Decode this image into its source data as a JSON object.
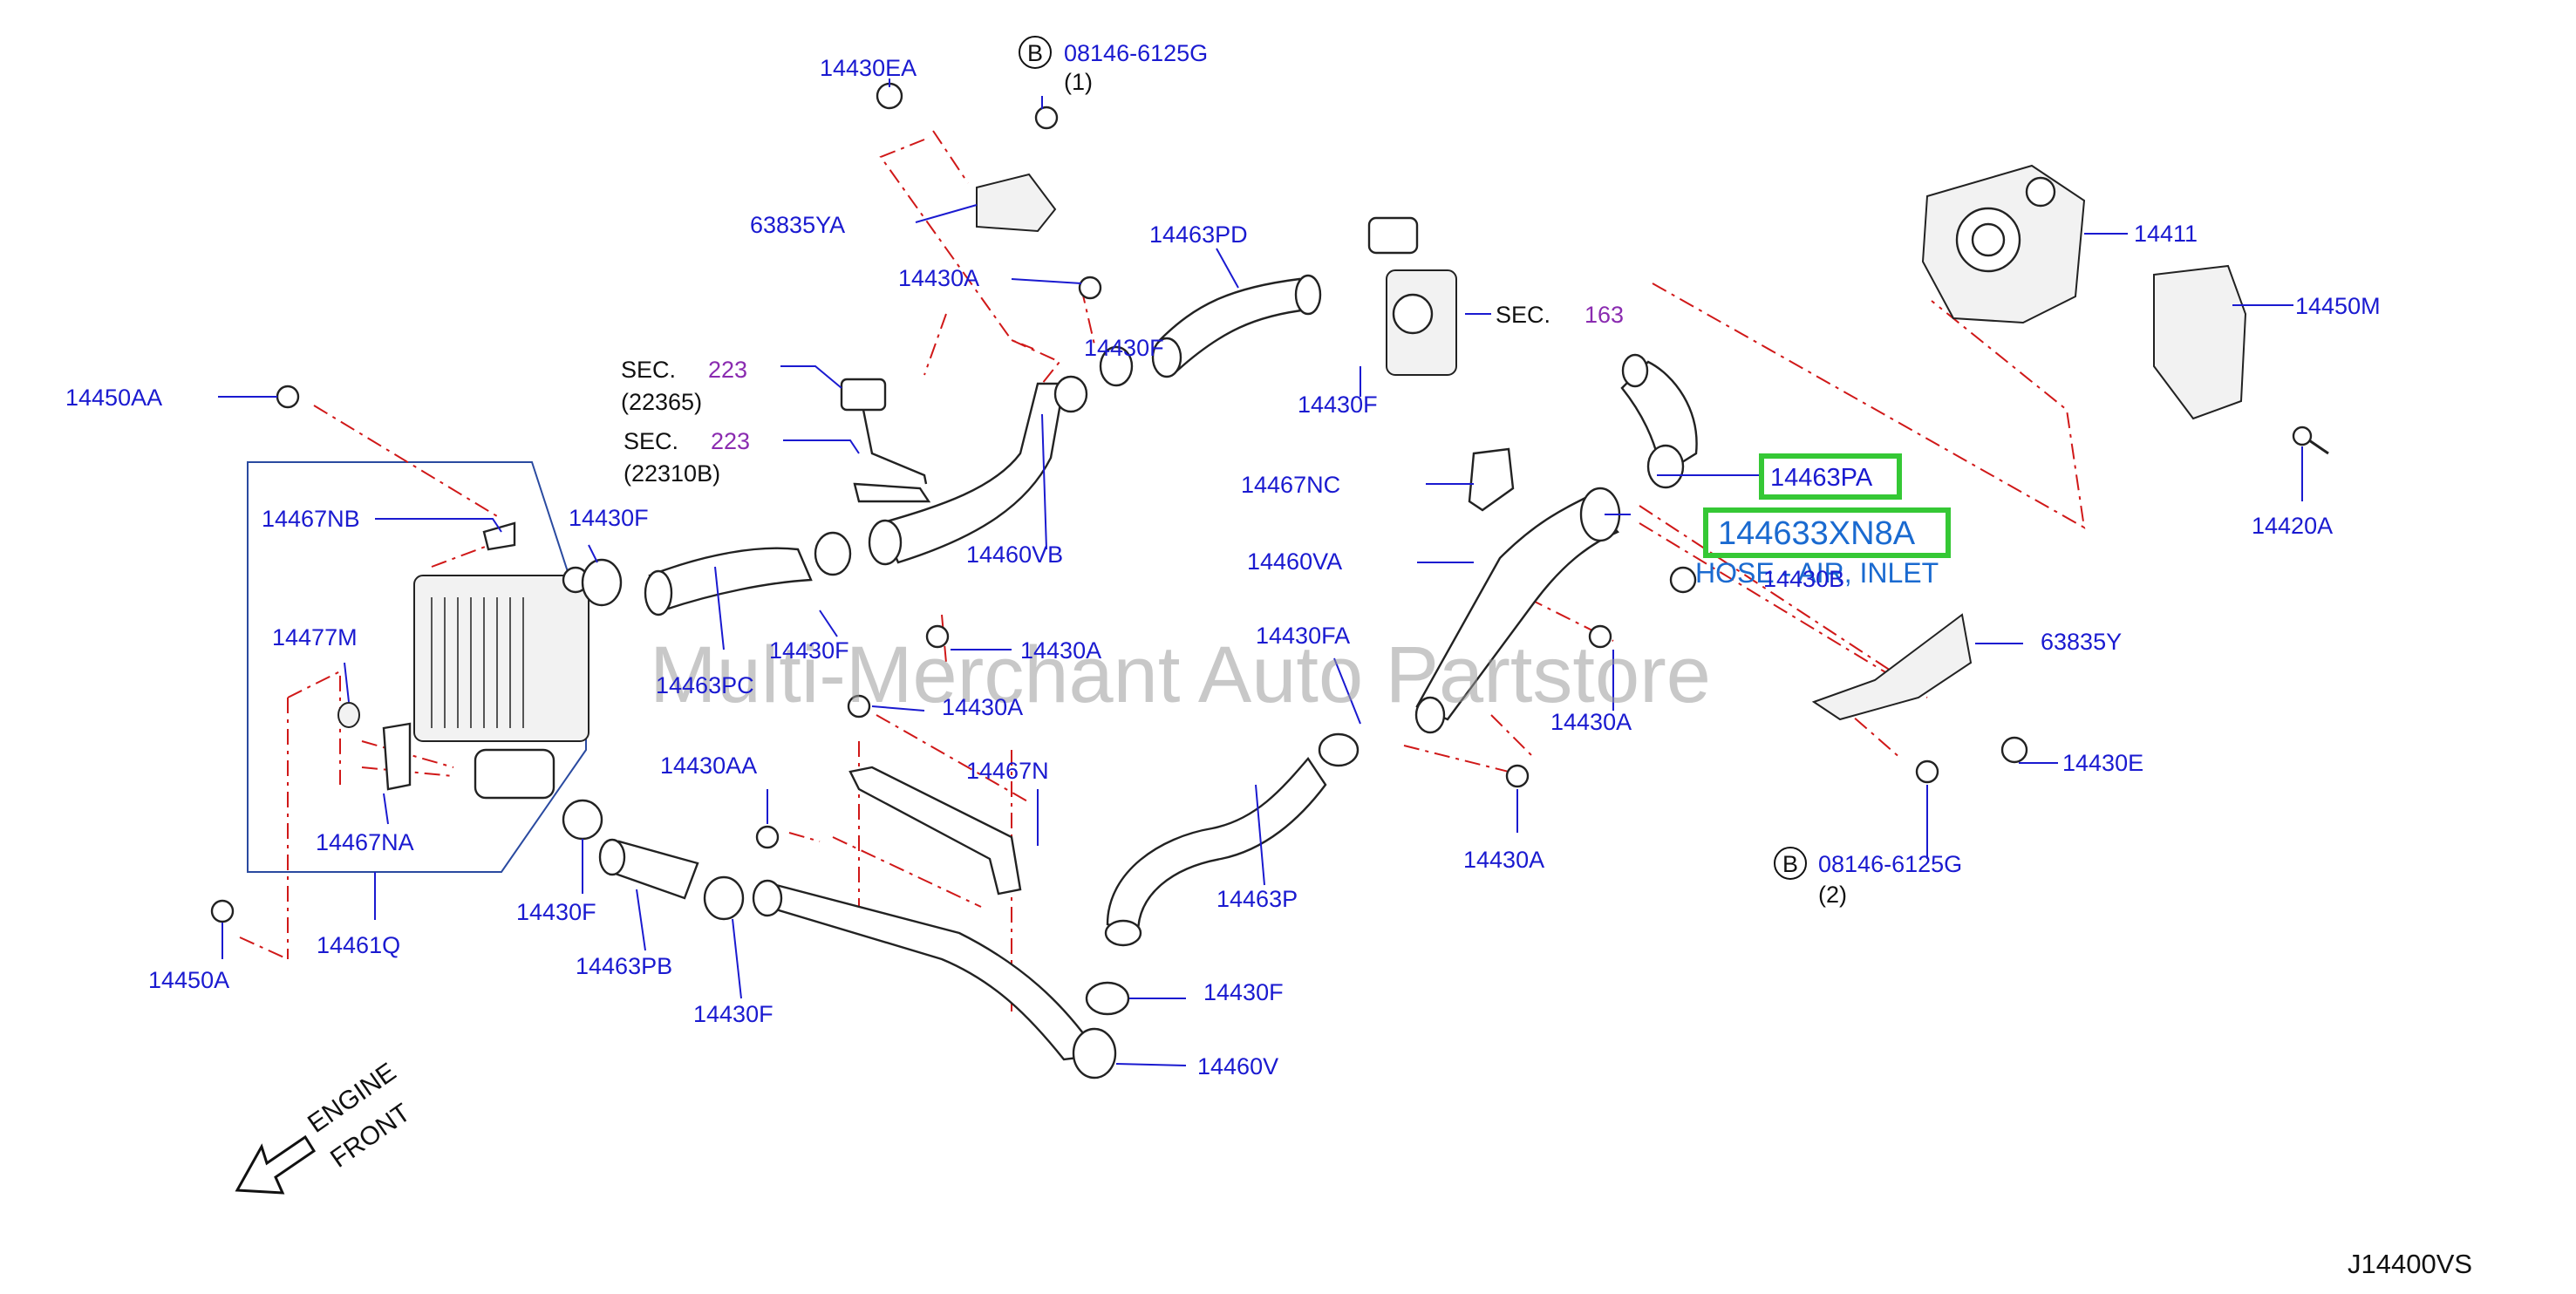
{
  "labels": {
    "l14430EA_top": "14430EA",
    "b_top": "B",
    "bolt_top_code": "08146-6125G",
    "bolt_top_qty": "(1)",
    "l63835YA": "63835YA",
    "l14430A_top": "14430A",
    "l14463PD": "14463PD",
    "sec_163": "SEC.",
    "sec_163_num": "163",
    "l14411": "14411",
    "l14450M": "14450M",
    "l14450AA": "14450AA",
    "sec_223a": "SEC.",
    "sec_223a_num": "223",
    "sec_223a_ref": "(22365)",
    "sec_223b": "SEC.",
    "sec_223b_num": "223",
    "sec_223b_ref": "(22310B)",
    "l14430F_mid": "14430F",
    "l14430F_right": "14430F",
    "l14467NC": "14467NC",
    "l14463PA": "14463PA",
    "l14420A": "14420A",
    "hl_part": "144633XN8A",
    "hl_desc": "HOSE - AIR, INLET",
    "l14430B": "14430B",
    "l14467NB": "14467NB",
    "l14430F_left": "14430F",
    "l14460VB": "14460VB",
    "l14460VA": "14460VA",
    "l14477M": "14477M",
    "l14430F_lowmid": "14430F",
    "l14430A_mid": "14430A",
    "l14430FA": "14430FA",
    "l63835Y": "63835Y",
    "l14463PC": "14463PC",
    "l14430A_mid2": "14430A",
    "l14430A_right": "14430A",
    "l14430E": "14430E",
    "l14430AA": "14430AA",
    "l14467N": "14467N",
    "l14467NA": "14467NA",
    "l14430A_low": "14430A",
    "b_bot": "B",
    "bolt_bot_code": "08146-6125G",
    "bolt_bot_qty": "(2)",
    "l14430F_b1": "14430F",
    "l14463P": "14463P",
    "l14461Q": "14461Q",
    "l14450A": "14450A",
    "l14463PB": "14463PB",
    "l14430F_b2": "14430F",
    "l14430F_b3": "14430F",
    "l14460V": "14460V",
    "engine": "ENGINE",
    "front": "FRONT",
    "diagram_code": "J14400VS"
  },
  "watermark": "Multi-Merchant Auto Partstore",
  "colors": {
    "label": "#1a1ad0",
    "section_number": "#8a2bb0",
    "leader": "#1a1ad0",
    "phantom": "#d01818",
    "highlight": "#35c835"
  },
  "icons": {
    "front_arrow": "front-arrow-icon",
    "section_mark": "b-circle-icon"
  }
}
